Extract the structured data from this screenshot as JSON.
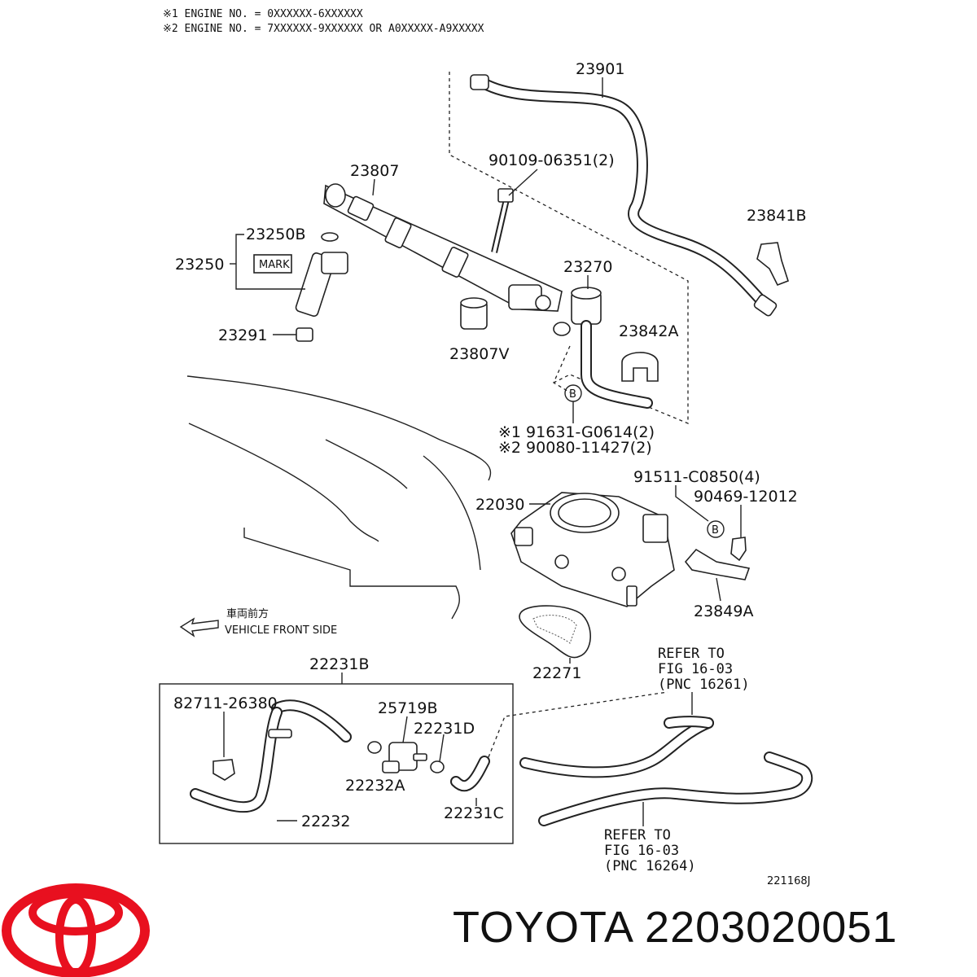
{
  "notes": {
    "engine_1": "※1 ENGINE NO. = 0XXXXXX-6XXXXXX",
    "engine_2": "※2 ENGINE NO. = 7XXXXXX-9XXXXXX OR A0XXXXX-A9XXXXX"
  },
  "labels": {
    "p23901": "23901",
    "p90109": "90109-06351(2)",
    "p23807": "23807",
    "p23841B": "23841B",
    "p23250B": "23250B",
    "p23250": "23250",
    "mark": "MARK",
    "p23270": "23270",
    "p23291": "23291",
    "p23807V": "23807V",
    "p23842A": "23842A",
    "b_circle_1": "B",
    "p91631": "※1 91631-G0614(2)",
    "p90080": "※2 90080-11427(2)",
    "p91511": "91511-C0850(4)",
    "p90469": "90469-12012",
    "p22030": "22030",
    "b_circle_2": "B",
    "p23849A": "23849A",
    "dir_jp": "車両前方",
    "dir_en": "VEHICLE FRONT SIDE",
    "p22271": "22271",
    "p22231B": "22231B",
    "p82711": "82711-26380",
    "p25719B": "25719B",
    "p22231D": "22231D",
    "p22232A": "22232A",
    "p22232": "22232",
    "p22231C": "22231C",
    "ref1_line1": "REFER TO",
    "ref1_line2": "FIG 16-03",
    "ref1_line3": "(PNC 16261)",
    "ref2_line1": "REFER TO",
    "ref2_line2": "FIG 16-03",
    "ref2_line3": "(PNC 16264)",
    "diagram_code": "221168J"
  },
  "brand": {
    "text": "TOYOTA 2203020051",
    "logo_color": "#e8101f"
  }
}
